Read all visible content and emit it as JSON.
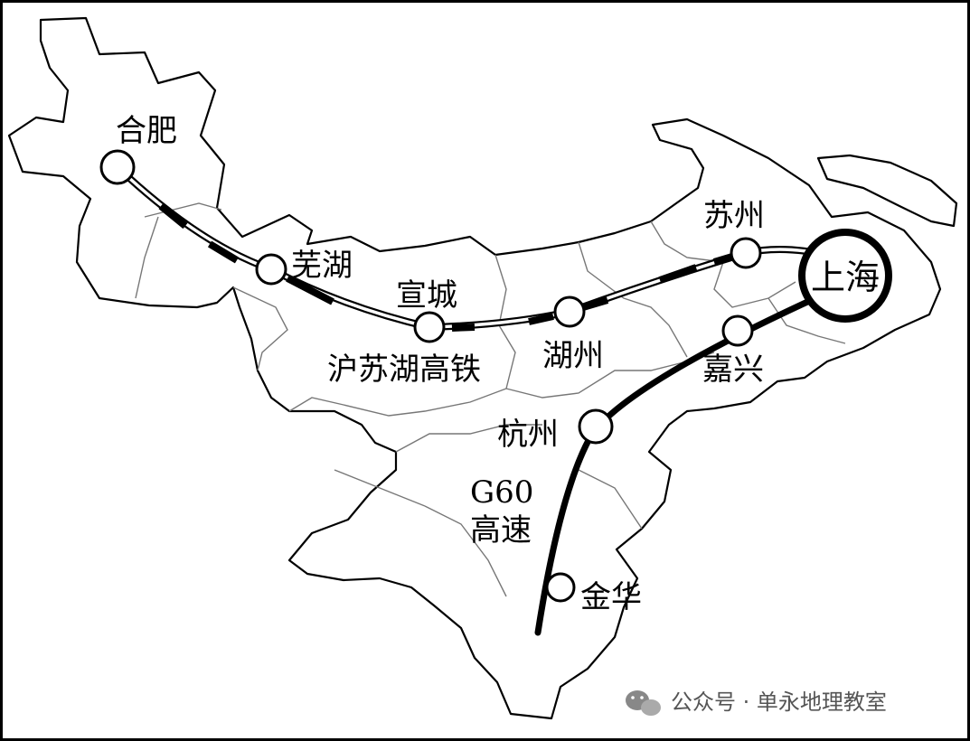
{
  "cities": {
    "hefei": "合肥",
    "wuhu": "芜湖",
    "xuancheng": "宣城",
    "huzhou": "湖州",
    "suzhou": "苏州",
    "shanghai": "上海",
    "jiaxing": "嘉兴",
    "hangzhou": "杭州",
    "jinhua": "金华"
  },
  "routes": {
    "railway_label": "沪苏湖高铁",
    "highway_label_line1": "G60",
    "highway_label_line2": "高速"
  },
  "watermark": {
    "source": "公众号 · 单永地理教室"
  }
}
